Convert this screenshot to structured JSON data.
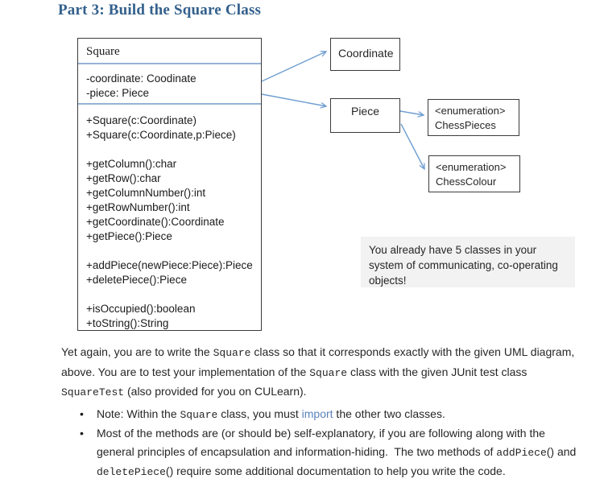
{
  "page": {
    "title": "Part 3: Build the Square Class"
  },
  "diagram": {
    "square_class": {
      "name": "Square",
      "attributes": [
        "-coordinate: Coodinate",
        "-piece: Piece"
      ],
      "methods": [
        "+Square(c:Coordinate)",
        "+Square(c:Coordinate,p:Piece)",
        "",
        "+getColumn():char",
        "+getRow():char",
        "+getColumnNumber():int",
        "+getRowNumber():int",
        "+getCoordinate():Coordinate",
        "+getPiece():Piece",
        "",
        "+addPiece(newPiece:Piece):Piece",
        "+deletePiece():Piece",
        "",
        "+isOccupied():boolean",
        "+toString():String"
      ]
    },
    "coordinate_class": {
      "name": "Coordinate"
    },
    "piece_class": {
      "name": "Piece"
    },
    "chess_pieces_enum": {
      "stereotype": "<enumeration>",
      "name": "ChessPieces"
    },
    "chess_colour_enum": {
      "stereotype": "<enumeration>",
      "name": "ChessColour"
    },
    "note": "You already have 5 classes in your system of communicating, co-operating objects!"
  },
  "body": {
    "paragraph": {
      "segments": [
        {
          "t": "Yet again, you are to write the "
        },
        {
          "t": "Square",
          "s": "mono",
          "n": "code-text"
        },
        {
          "t": " class so that it corresponds exactly with the given UML diagram, above. You are to test your implementation of the "
        },
        {
          "t": "Square",
          "s": "mono",
          "n": "code-text"
        },
        {
          "t": " class with the given JUnit test class "
        },
        {
          "t": "SquareTest",
          "s": "mono",
          "n": "code-text"
        },
        {
          "t": " (also provided for you on CULearn)."
        }
      ]
    },
    "bullets": [
      {
        "segments": [
          {
            "t": "Note: Within the "
          },
          {
            "t": "Square",
            "s": "mono",
            "n": "code-text"
          },
          {
            "t": " class, you must "
          },
          {
            "t": "import",
            "s": "link",
            "n": "import-link",
            "i": true
          },
          {
            "t": " the other two classes."
          }
        ]
      },
      {
        "segments": [
          {
            "t": "Most of the methods are (or should be) self-explanatory, if you are following along with the general principles of encapsulation and information-hiding.  The two methods of "
          },
          {
            "t": "addPiece",
            "s": "mono",
            "n": "code-text"
          },
          {
            "t": "() and "
          },
          {
            "t": "deletePiece",
            "s": "mono",
            "n": "code-text"
          },
          {
            "t": "() require some additional documentation to help you write the code."
          }
        ]
      }
    ]
  },
  "colors": {
    "heading": "#33608C",
    "arrow": "#6D9DD1",
    "divider": "#95B3D7",
    "link": "#5A82B9",
    "note_bg": "#F2F2F2",
    "border_dark": "#3B3B3B",
    "text": "#262626"
  }
}
